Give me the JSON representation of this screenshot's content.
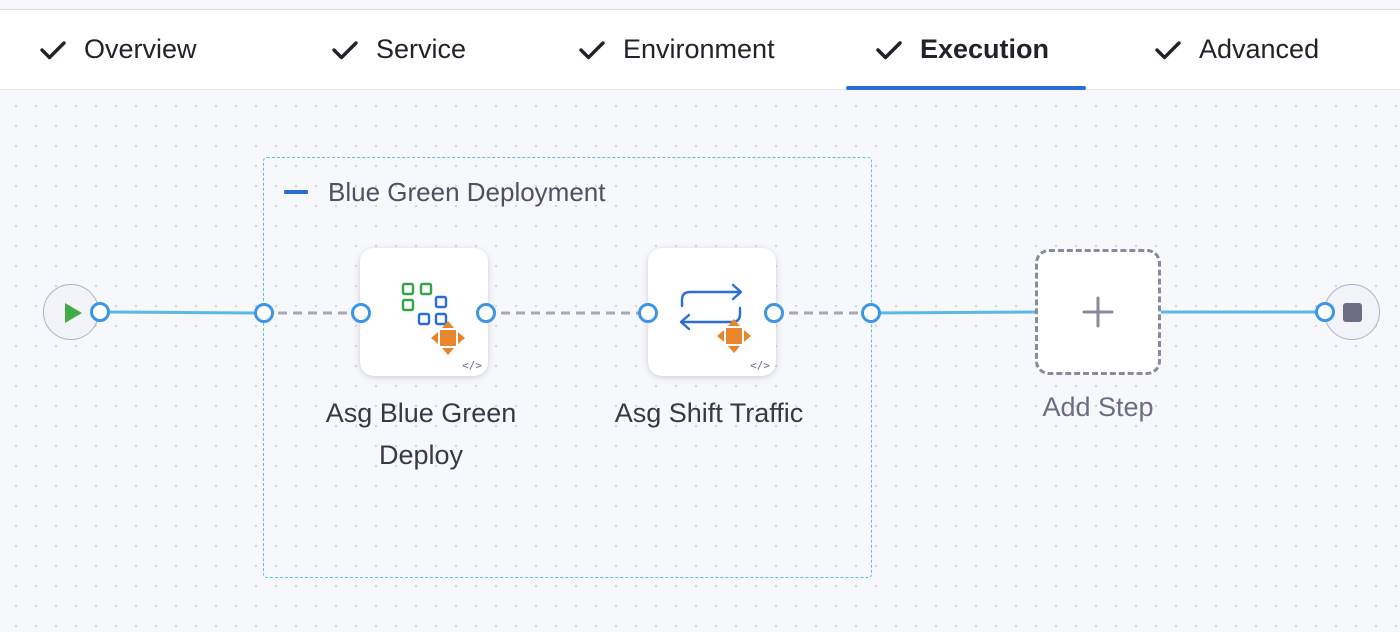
{
  "tabs": [
    {
      "label": "Overview",
      "completed": true,
      "active": false
    },
    {
      "label": "Service",
      "completed": true,
      "active": false
    },
    {
      "label": "Environment",
      "completed": true,
      "active": false
    },
    {
      "label": "Execution",
      "completed": true,
      "active": true
    },
    {
      "label": "Advanced",
      "completed": true,
      "active": false
    }
  ],
  "pipeline": {
    "step_group": {
      "title": "Blue Green Deployment",
      "steps": [
        {
          "label_line1": "Asg Blue Green",
          "label_line2": "Deploy",
          "icon": "asg-blue-green-deploy-icon",
          "yaml_badge": "</>"
        },
        {
          "label": "Asg Shift Traffic",
          "icon": "asg-shift-traffic-icon",
          "yaml_badge": "</>"
        }
      ]
    },
    "add_step_label": "Add Step"
  },
  "colors": {
    "accent": "#2b6fd6",
    "wire": "#5bb8e8",
    "group_border": "#5bc0de",
    "start_green": "#42ab45",
    "aws_orange": "#e8862e"
  }
}
